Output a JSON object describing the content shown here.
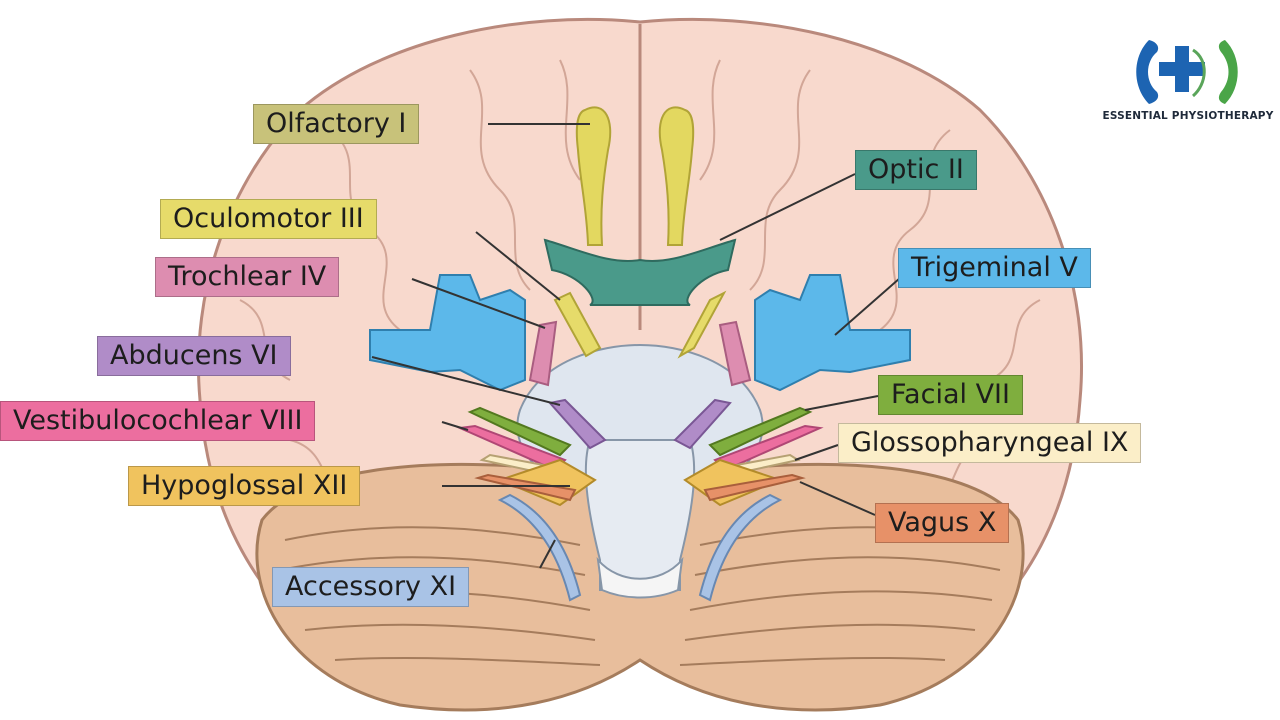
{
  "brand": {
    "name": "ESSENTIAL PHYSIOTHERAPY",
    "logo_icon": "medical-cross-leaf-icon"
  },
  "labels": {
    "olfactory": "Olfactory I",
    "optic": "Optic II",
    "oculomotor": "Oculomotor III",
    "trochlear": "Trochlear IV",
    "trigeminal": "Trigeminal V",
    "abducens": "Abducens VI",
    "facial": "Facial VII",
    "vestibulocochlear": "Vestibulocochlear VIII",
    "glossopharyngeal": "Glossopharyngeal IX",
    "vagus": "Vagus X",
    "accessory": "Accessory XI",
    "hypoglossal": "Hypoglossal XII"
  },
  "colors": {
    "olfactory": "#c8c27a",
    "optic": "#4a9a8a",
    "oculomotor": "#e6db6a",
    "trochlear": "#dd8db0",
    "trigeminal": "#5cb8ea",
    "abducens": "#b08cc8",
    "facial": "#7fae3e",
    "vestibulocochlear": "#ec6e9f",
    "glossopharyngeal": "#fbeec8",
    "vagus": "#e79168",
    "accessory": "#a9c3e6",
    "hypoglossal": "#f0c35e",
    "cerebrum": "#f8d9cd",
    "cerebellum": "#e8be9c"
  }
}
